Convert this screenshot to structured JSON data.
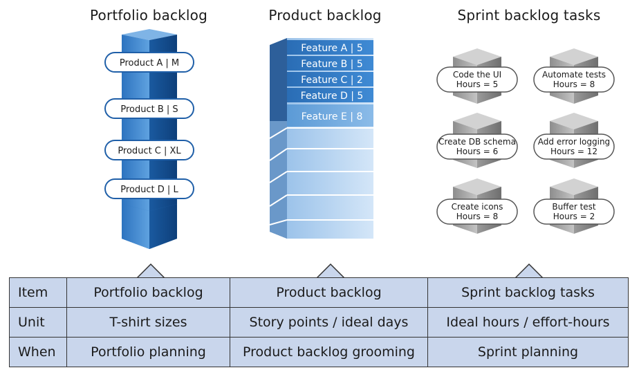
{
  "headings": {
    "portfolio": "Portfolio backlog",
    "product": "Product backlog",
    "sprint": "Sprint backlog tasks"
  },
  "portfolio_items": [
    {
      "label": "Product A | M"
    },
    {
      "label": "Product B | S"
    },
    {
      "label": "Product C | XL"
    },
    {
      "label": "Product D | L"
    }
  ],
  "product_features": [
    {
      "label": "Feature A | 5"
    },
    {
      "label": "Feature B | 5"
    },
    {
      "label": "Feature C | 2"
    },
    {
      "label": "Feature D | 5"
    },
    {
      "label": "Feature E | 8"
    }
  ],
  "sprint_tasks": [
    {
      "name": "Code the UI",
      "hours": "Hours = 5"
    },
    {
      "name": "Automate tests",
      "hours": "Hours = 8"
    },
    {
      "name": "Create DB schema",
      "hours": "Hours = 6"
    },
    {
      "name": "Add error logging",
      "hours": "Hours = 12"
    },
    {
      "name": "Create icons",
      "hours": "Hours = 8"
    },
    {
      "name": "Buffer test",
      "hours": "Hours = 2"
    }
  ],
  "table": {
    "rows": [
      {
        "head": "Item",
        "cells": [
          "Portfolio backlog",
          "Product backlog",
          "Sprint backlog tasks"
        ]
      },
      {
        "head": "Unit",
        "cells": [
          "T-shirt sizes",
          "Story points / ideal days",
          "Ideal hours / effort-hours"
        ]
      },
      {
        "head": "When",
        "cells": [
          "Portfolio planning",
          "Product backlog grooming",
          "Sprint planning"
        ]
      }
    ]
  },
  "colors": {
    "blue_dark": "#1f5fa8",
    "blue_mid": "#3d86cf",
    "blue_light": "#bcd7f2",
    "table_fill": "#c9d6ec",
    "gray_cube": "#a9a9a9"
  }
}
